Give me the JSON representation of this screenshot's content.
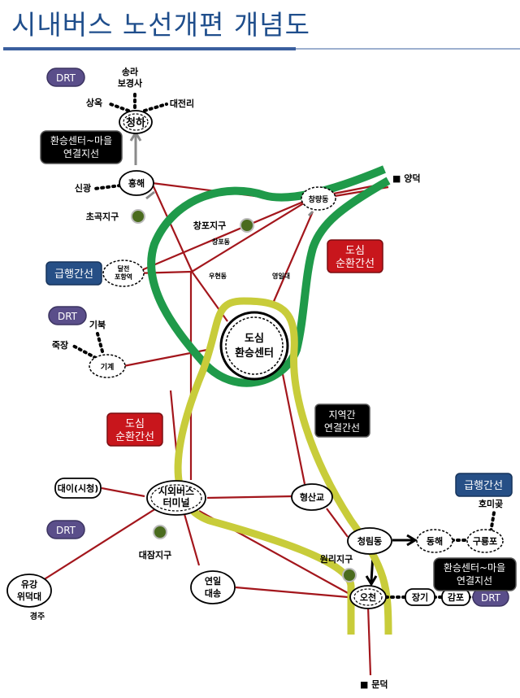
{
  "title": "시내버스 노선개편 개념도",
  "colors": {
    "title": "#1f4e8c",
    "dosim_loop": "#1f9a4a",
    "yellow_route": "#c8cc3a",
    "red_line": "#a3161c",
    "drt_badge": "#5a4e8a",
    "express_badge": "#264f86",
    "dosim_badge": "#c8161c",
    "black_badge": "#000000",
    "district_dot": "#4a6b1e"
  },
  "badges": {
    "drt": "DRT",
    "transfer_local_1": "환승센터~마을",
    "transfer_local_2": "연결지선",
    "express": "급행간선",
    "dosim_circ_1": "도심",
    "dosim_circ_2": "순환간선",
    "regional_1": "지역간",
    "regional_2": "연결간선"
  },
  "nodes": {
    "center_1": "도심",
    "center_2": "환승센터",
    "cheongha": "청하",
    "heunghae": "흥해",
    "changryang": "창량동",
    "jeonchon_1": "달전",
    "jeonchon_2": "포항역",
    "gigye": "기계",
    "terminal_1": "시외버스",
    "terminal_2": "터미널",
    "hyeongsan": "형산교",
    "cheongrim": "청림동",
    "donghae": "동해",
    "guryongpo": "구룡포",
    "ocheon": "오천",
    "yeonil_1": "연일",
    "yeonil_2": "대송",
    "yugang_1": "유강",
    "yugang_2": "위덕대",
    "daei": "대이(시청)",
    "janggi": "장기",
    "gampo": "감포"
  },
  "labels": {
    "songra_1": "송라",
    "songra_2": "보경사",
    "sangok": "상옥",
    "daejeonri": "대전리",
    "singwang": "신광",
    "yangdeok": "■ 양덕",
    "chogok": "초곡지구",
    "changpo": "창포지구",
    "changpodong": "창포동",
    "uhyeon": "우현동",
    "yeongil": "영일대",
    "gibuk": "기북",
    "jukjang": "죽장",
    "daejam": "대잠지구",
    "homigot": "호미곶",
    "wonri": "원리지구",
    "gyeongju": "경주",
    "mundeok": "■ 문덕"
  }
}
